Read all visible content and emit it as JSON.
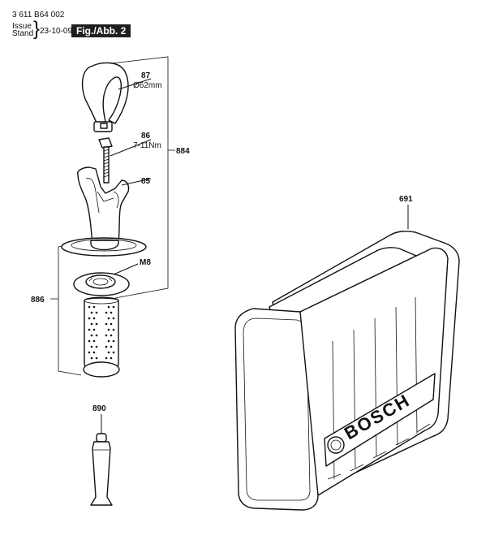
{
  "header": {
    "part_number": "3 611 B64 002",
    "issue_label": "Issue",
    "stand_label": "Stand",
    "brace": "}",
    "date": "23-10-09",
    "figure_label": "Fig./Abb. 2"
  },
  "callouts": {
    "p87": {
      "number": "87",
      "spec": "Ø62mm"
    },
    "p86": {
      "number": "86",
      "spec": "7-11Nm"
    },
    "p884": {
      "number": "884"
    },
    "p85": {
      "number": "85"
    },
    "pM8": {
      "number": "M8"
    },
    "p886": {
      "number": "886"
    },
    "p890": {
      "number": "890"
    },
    "p691": {
      "number": "691"
    }
  },
  "case": {
    "brand": "BOSCH"
  }
}
